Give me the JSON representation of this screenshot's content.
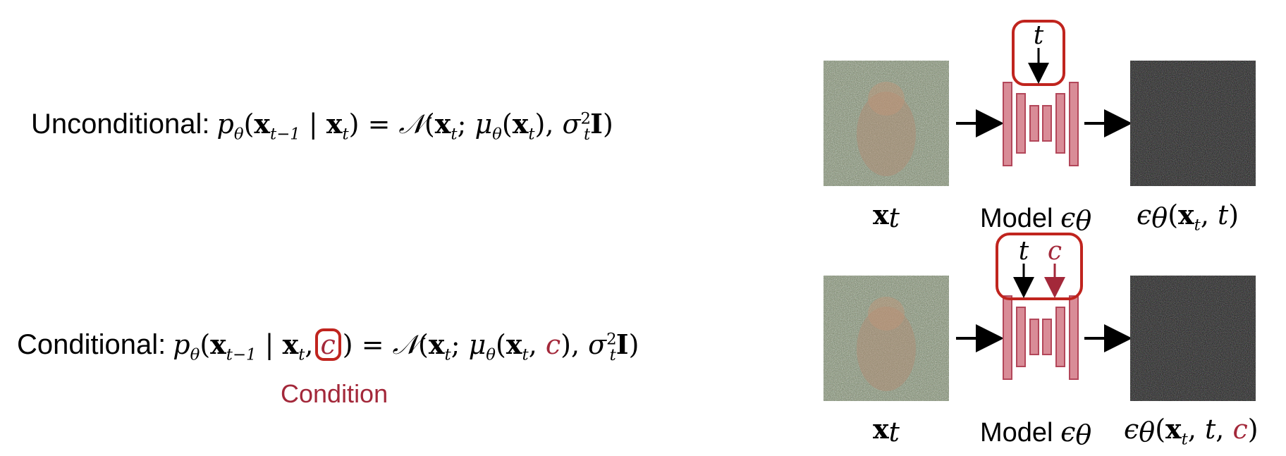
{
  "equations": {
    "unconditional": {
      "prefix": "Unconditional:",
      "p": "p",
      "theta": "θ",
      "x": "x",
      "tminus1": "t−1",
      "bar": "|",
      "t": "t",
      "rhs_eq": "=",
      "normal": "𝒩",
      "mu": "μ",
      "sigma": "σ",
      "sq": "2",
      "I": "I"
    },
    "conditional": {
      "prefix": "Conditional:",
      "c": "c",
      "condition_label": "Condition"
    }
  },
  "diagram": {
    "rows": [
      {
        "input_label_x": "x",
        "input_label_t": "t",
        "model_label": "Model ",
        "epsilon": "ϵ",
        "theta": "θ",
        "time_input": "t",
        "output_eps": "ϵ",
        "output_theta": "θ",
        "output_args": "t"
      },
      {
        "input_label_x": "x",
        "input_label_t": "t",
        "model_label": "Model ",
        "epsilon": "ϵ",
        "theta": "θ",
        "time_input": "t",
        "cond_input": "c",
        "output_eps": "ϵ",
        "output_theta": "θ",
        "output_args_t": "t",
        "output_args_c": "c"
      }
    ]
  },
  "colors": {
    "accent_red": "#a3283a",
    "highlight_red": "#c0241e",
    "unet_pink": "#d98c97",
    "unet_stroke": "#b3475a"
  }
}
